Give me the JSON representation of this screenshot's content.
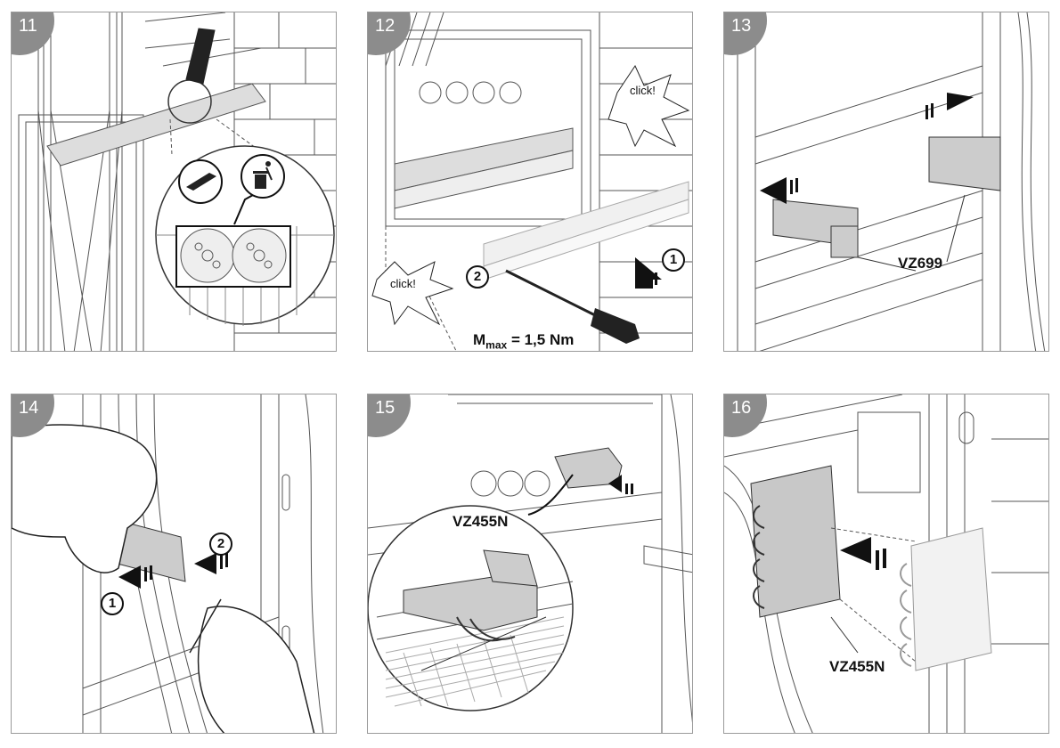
{
  "panels": [
    {
      "step": "11"
    },
    {
      "step": "12",
      "click_a": "click!",
      "click_b": "click!",
      "callout_1": "1",
      "callout_2": "2",
      "torque_m": "M",
      "torque_sub": "max",
      "torque_val": "= 1,5 Nm"
    },
    {
      "step": "13",
      "part": "VZ699"
    },
    {
      "step": "14",
      "callout_1": "1",
      "callout_2": "2"
    },
    {
      "step": "15",
      "part": "VZ455N"
    },
    {
      "step": "16",
      "part": "VZ455N"
    }
  ],
  "icons": [
    "cut-icon",
    "trash-bin-icon",
    "screwdriver-icon",
    "push-arrow-icon",
    "hand-icon"
  ],
  "colors": {
    "badge": "#8c8c8c",
    "line": "#333333",
    "part_fill": "#c8c8c8",
    "frame_border": "#9a9a9a"
  }
}
